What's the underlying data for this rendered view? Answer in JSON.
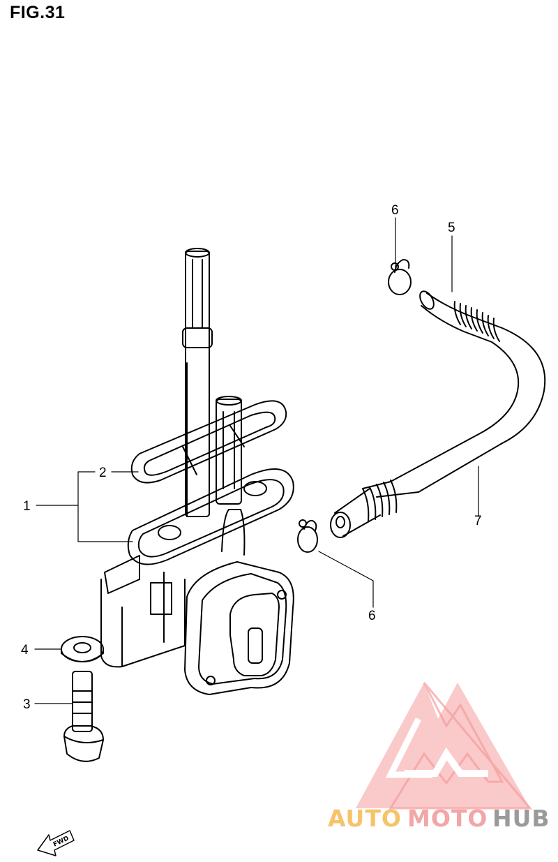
{
  "figure": {
    "title": "FIG.31"
  },
  "callouts": [
    {
      "id": "1",
      "text": "1"
    },
    {
      "id": "2",
      "text": "2"
    },
    {
      "id": "3",
      "text": "3"
    },
    {
      "id": "4",
      "text": "4"
    },
    {
      "id": "5",
      "text": "5"
    },
    {
      "id": "6a",
      "text": "6"
    },
    {
      "id": "6b",
      "text": "6"
    },
    {
      "id": "7",
      "text": "7"
    }
  ],
  "fwd_label": "FWD",
  "watermark": {
    "part1": "AUTO",
    "part2": "MOTO",
    "part3": "HUB",
    "colors": {
      "auto": "#f6c36a",
      "moto": "#f2a6a6",
      "hub": "#9a9a9a",
      "logo": "#f26b6b"
    }
  }
}
